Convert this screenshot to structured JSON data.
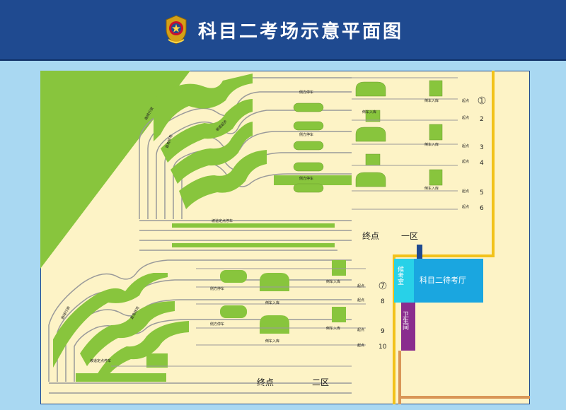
{
  "header": {
    "title": "科目二考场示意平面图",
    "emblem_icon": "police-emblem-icon"
  },
  "colors": {
    "header_bg": "#1f4a90",
    "page_bg": "#a9d8f2",
    "map_bg": "#fdf3c6",
    "grass": "#88c53d",
    "road_line": "#9a9a9a",
    "fence_yellow": "#f2c21a",
    "waiting_hall": "#1aa6e0",
    "toilet": "#8a2d8e",
    "walkway": "#d99657"
  },
  "zones": {
    "zone1_end": "终点",
    "zone1_name": "一区",
    "zone2_end": "终点",
    "zone2_name": "二区"
  },
  "buildings": {
    "waiting_hall": "科目二待考厅",
    "waiting_room": "候考室",
    "toilet": "卫生间"
  },
  "tiny_labels": {
    "side_parking": "侧方停车",
    "reverse_parking": "倒车入库",
    "curve_driving": "曲线行驶",
    "right_angle_turn": "直角转弯",
    "hill_start": "坡道起步",
    "slope_parking": "坡道定点停车"
  },
  "start_points": [
    {
      "label": "起点",
      "num": "1"
    },
    {
      "label": "起点",
      "num": "2"
    },
    {
      "label": "起点",
      "num": "3"
    },
    {
      "label": "起点",
      "num": "4"
    },
    {
      "label": "起点",
      "num": "5"
    },
    {
      "label": "起点",
      "num": "6"
    },
    {
      "label": "起点",
      "num": "7"
    },
    {
      "label": "起点",
      "num": "8"
    },
    {
      "label": "起点",
      "num": "9"
    },
    {
      "label": "起点",
      "num": "10"
    }
  ]
}
